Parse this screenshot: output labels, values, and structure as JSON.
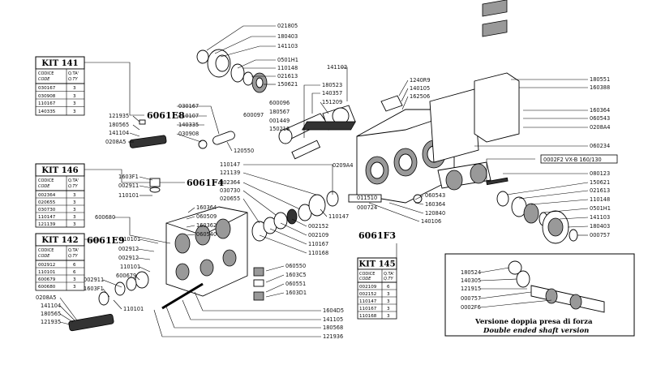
{
  "groups": [
    {
      "id": "e8",
      "label": "6061E8"
    },
    {
      "id": "f4",
      "label": "6061F4"
    },
    {
      "id": "e9",
      "label": "6061E9"
    },
    {
      "id": "f3",
      "label": "6061F3"
    }
  ],
  "kits": [
    {
      "title": "KIT 141",
      "headers": [
        "CODICE",
        "CODE",
        "Q.TA'",
        "Q.TY"
      ],
      "rows": [
        [
          "030167",
          "3"
        ],
        [
          "030908",
          "3"
        ],
        [
          "110167",
          "3"
        ],
        [
          "140335",
          "3"
        ]
      ]
    },
    {
      "title": "KIT 146",
      "headers": [
        "CODICE",
        "CODE",
        "Q.TA'",
        "Q.TY"
      ],
      "rows": [
        [
          "002364",
          "3"
        ],
        [
          "020655",
          "3"
        ],
        [
          "030730",
          "3"
        ],
        [
          "110147",
          "3"
        ],
        [
          "121139",
          "3"
        ]
      ]
    },
    {
      "title": "KIT 142",
      "headers": [
        "CODICE",
        "CODE",
        "Q.TA'",
        "Q.TY"
      ],
      "rows": [
        [
          "002912",
          "6"
        ],
        [
          "110101",
          "6"
        ],
        [
          "600679",
          "3"
        ],
        [
          "600680",
          "3"
        ]
      ]
    },
    {
      "title": "KIT 145",
      "headers": [
        "CODICE",
        "CODE",
        "Q.TA'",
        "Q.TY"
      ],
      "rows": [
        [
          "002109",
          "6"
        ],
        [
          "002152",
          "3"
        ],
        [
          "110147",
          "3"
        ],
        [
          "110167",
          "3"
        ],
        [
          "110168",
          "3"
        ]
      ]
    }
  ],
  "labels": [
    "021805",
    "180403",
    "141103",
    "0501H1",
    "110148",
    "021613",
    "150621",
    "141102",
    "180523",
    "140357",
    "151209",
    "1240R9",
    "140105",
    "162506",
    "180551",
    "160388",
    "160364",
    "060543",
    "0208A4",
    "060234",
    "030167",
    "110107",
    "140335",
    "030908",
    "120550",
    "600096",
    "180567",
    "001449",
    "150218",
    "600097",
    "121935",
    "180565",
    "141104",
    "0208A5",
    "1603F1",
    "002911",
    "110101",
    "600680",
    "110147",
    "121139",
    "002364",
    "030730",
    "020655",
    "0209A4",
    "011510",
    "000724",
    "060543",
    "160364",
    "120840",
    "140106",
    "080123",
    "150621",
    "021613",
    "110148",
    "0501H1",
    "141103",
    "180403",
    "000757",
    "160364",
    "060509",
    "160362",
    "060540",
    "110147",
    "002152",
    "002109",
    "110167",
    "110168",
    "110101",
    "002912",
    "002912",
    "110101",
    "600679",
    "002911",
    "1603F1",
    "110101",
    "060550",
    "1603C5",
    "060551",
    "1603D1",
    "0208A5",
    "141104",
    "180565",
    "121935",
    "1604D5",
    "141105",
    "180568",
    "121936",
    "180524",
    "140305",
    "121915",
    "000757",
    "0002F6"
  ],
  "shaft_version_box": {
    "text": "0002F2  VX-B 160/130"
  },
  "inset": {
    "caption_it": "Versione doppia presa di forza",
    "caption_en": "Double ended shaft version"
  }
}
